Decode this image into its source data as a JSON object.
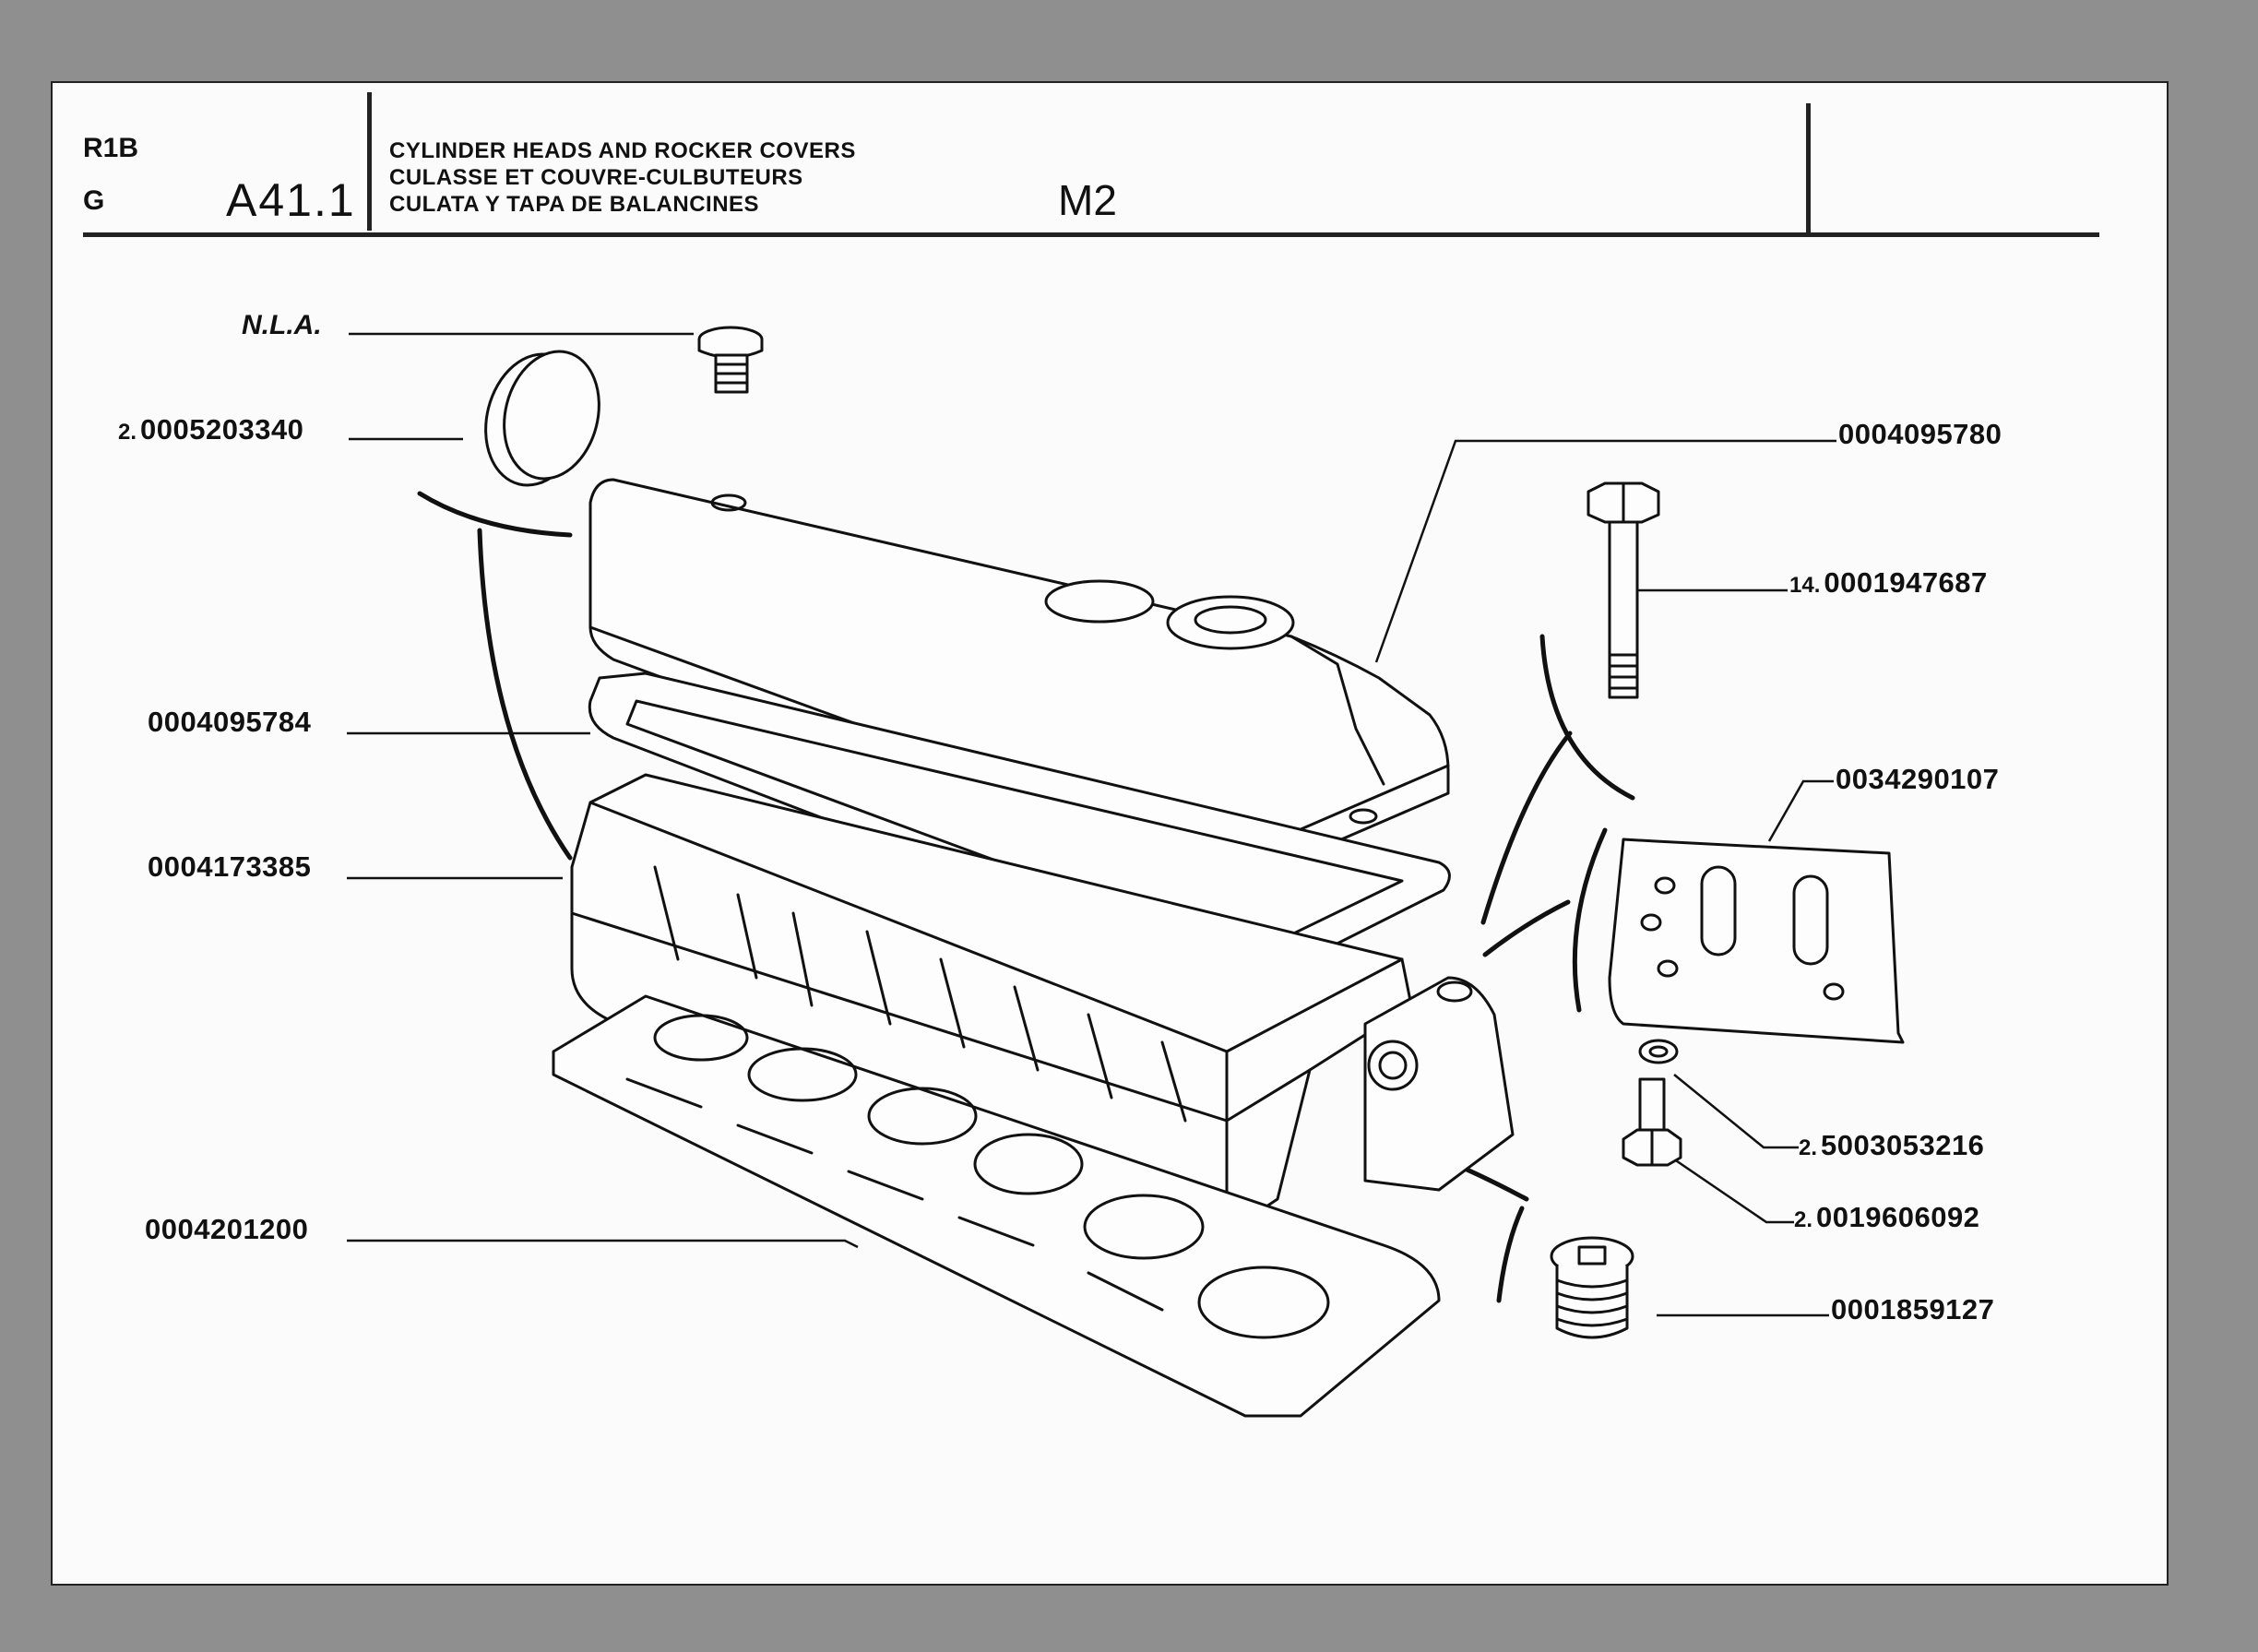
{
  "header": {
    "code": "R1B",
    "language": "G",
    "page": "A41.1",
    "title_en": "CYLINDER HEADS AND ROCKER COVERS",
    "title_fr": "CULASSE ET COUVRE-CULBUTEURS",
    "title_es": "CULATA Y TAPA DE BALANCINES",
    "model": "M2"
  },
  "callouts": [
    {
      "id": "nla",
      "qty": "",
      "label": "N.L.A."
    },
    {
      "id": "oil-cap",
      "qty": "2.",
      "label": "0005203340"
    },
    {
      "id": "cover",
      "qty": "",
      "label": "0004095780"
    },
    {
      "id": "bolt",
      "qty": "14.",
      "label": "0001947687"
    },
    {
      "id": "gasket",
      "qty": "",
      "label": "0004095784"
    },
    {
      "id": "plate",
      "qty": "",
      "label": "0034290107"
    },
    {
      "id": "head",
      "qty": "",
      "label": "0004173385"
    },
    {
      "id": "washer",
      "qty": "2.",
      "label": "5003053216"
    },
    {
      "id": "screw",
      "qty": "2.",
      "label": "0019606092"
    },
    {
      "id": "head-gasket",
      "qty": "",
      "label": "0004201200"
    },
    {
      "id": "plug",
      "qty": "",
      "label": "0001859127"
    }
  ]
}
